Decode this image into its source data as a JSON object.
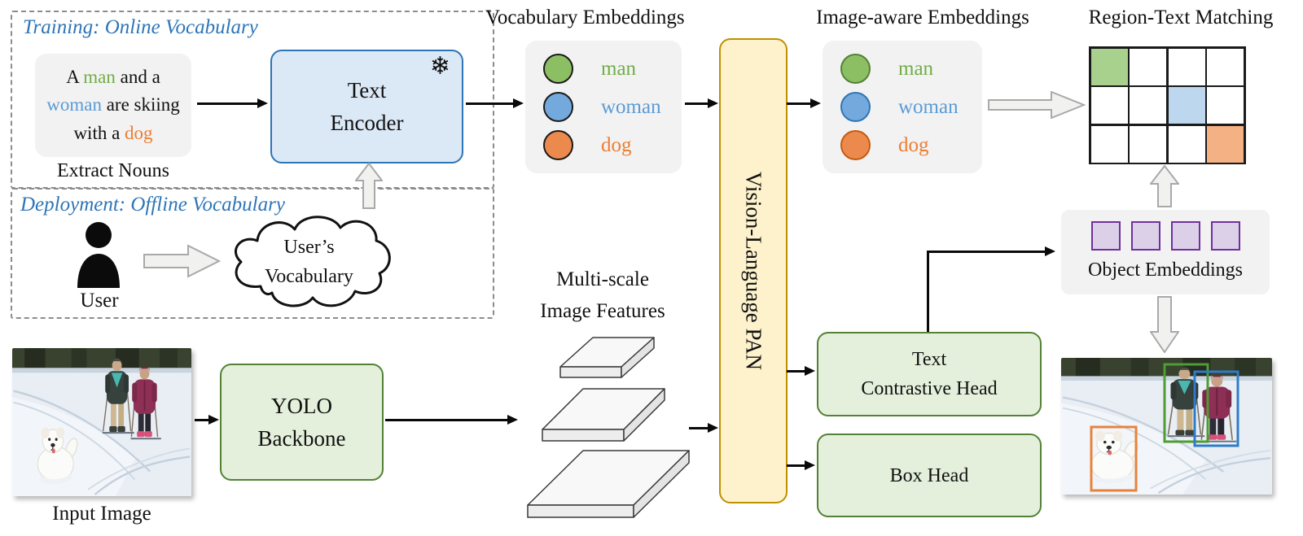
{
  "sections": {
    "vocabulary_embeddings": "Vocabulary Embeddings",
    "image_aware_embeddings": "Image-aware Embeddings",
    "region_text_matching": "Region-Text Matching"
  },
  "training": {
    "title": "Training: Online Vocabulary",
    "caption": {
      "l1a": "A ",
      "man": "man",
      "l1b": " and a",
      "woman": "woman",
      "l2b": " are skiing",
      "l3a": "with a ",
      "dog": "dog"
    },
    "extract_nouns": "Extract Nouns"
  },
  "deployment": {
    "title": "Deployment: Offline Vocabulary",
    "user_label": "User",
    "cloud_line1": "User’s",
    "cloud_line2": "Vocabulary"
  },
  "text_encoder": {
    "line1": "Text",
    "line2": "Encoder",
    "frozen_icon": "❄"
  },
  "vocab": {
    "items": [
      {
        "label": "man",
        "color": "#70AD47",
        "fill": "#8CBF63"
      },
      {
        "label": "woman",
        "color": "#5B9BD5",
        "fill": "#74A9DD"
      },
      {
        "label": "dog",
        "color": "#ED7D31",
        "fill": "#EC8A4D"
      }
    ]
  },
  "pan": {
    "label": "Vision-Language PAN",
    "fill": "#FDF2CC",
    "border": "#BF9000"
  },
  "backbone": {
    "line1": "YOLO",
    "line2": "Backbone"
  },
  "features": {
    "line1": "Multi-scale",
    "line2": "Image Features"
  },
  "heads": {
    "contrastive_line1": "Text",
    "contrastive_line2": "Contrastive Head",
    "box_head": "Box Head"
  },
  "object_embeddings": {
    "label": "Object Embeddings",
    "count": 4,
    "square_fill": "#DCD0E8",
    "square_border": "#7030A0"
  },
  "matching_grid": {
    "rows": 3,
    "cols": 4,
    "matches": [
      {
        "row": 0,
        "col": 0,
        "label": "man",
        "color": "#A9D18E"
      },
      {
        "row": 1,
        "col": 2,
        "label": "woman",
        "color": "#BDD7EE"
      },
      {
        "row": 2,
        "col": 3,
        "label": "dog",
        "color": "#F4B183"
      }
    ]
  },
  "images": {
    "input_label": "Input Image",
    "bbox_colors": {
      "man": "#4E9C34",
      "woman": "#2E7CC9",
      "dog": "#E8833C"
    }
  },
  "style": {
    "title_blue": "#2E75B6"
  }
}
